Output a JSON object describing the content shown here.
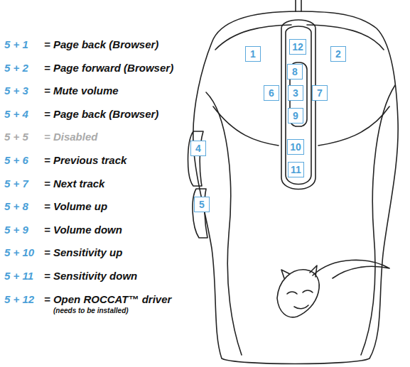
{
  "diagram": {
    "nodes": [
      {
        "text": [
          "1"
        ]
      },
      {
        "text": [
          "2"
        ]
      },
      {
        "text": [
          "12"
        ]
      },
      {
        "text": [
          "8"
        ]
      },
      {
        "text": [
          "6"
        ]
      },
      {
        "text": [
          "3"
        ]
      },
      {
        "text": [
          "7"
        ]
      },
      {
        "text": [
          "4"
        ]
      },
      {
        "text": [
          "9"
        ]
      },
      {
        "text": [
          "10"
        ]
      },
      {
        "text": [
          "11"
        ]
      },
      {
        "text": [
          "5"
        ]
      }
    ],
    "labels": [
      "5 + 1",
      "= Page back (Browser)",
      "5 + 2",
      "= Page forward (Browser)",
      "5 + 3",
      "= Mute volume",
      "5 + 4",
      "= Page back (Browser)",
      "5 + 5",
      "= Disabled",
      "5 + 6",
      "= Previous track",
      "5 + 7",
      "= Next track",
      "5 + 8",
      "= Volume up",
      "5 + 9",
      "= Volume down",
      "5 + 10",
      "= Sensitivity up",
      "5 + 11",
      "= Sensitivity down",
      "5 + 12",
      "= Open ROCCAT™ driver",
      "(needs to be installed)"
    ]
  }
}
